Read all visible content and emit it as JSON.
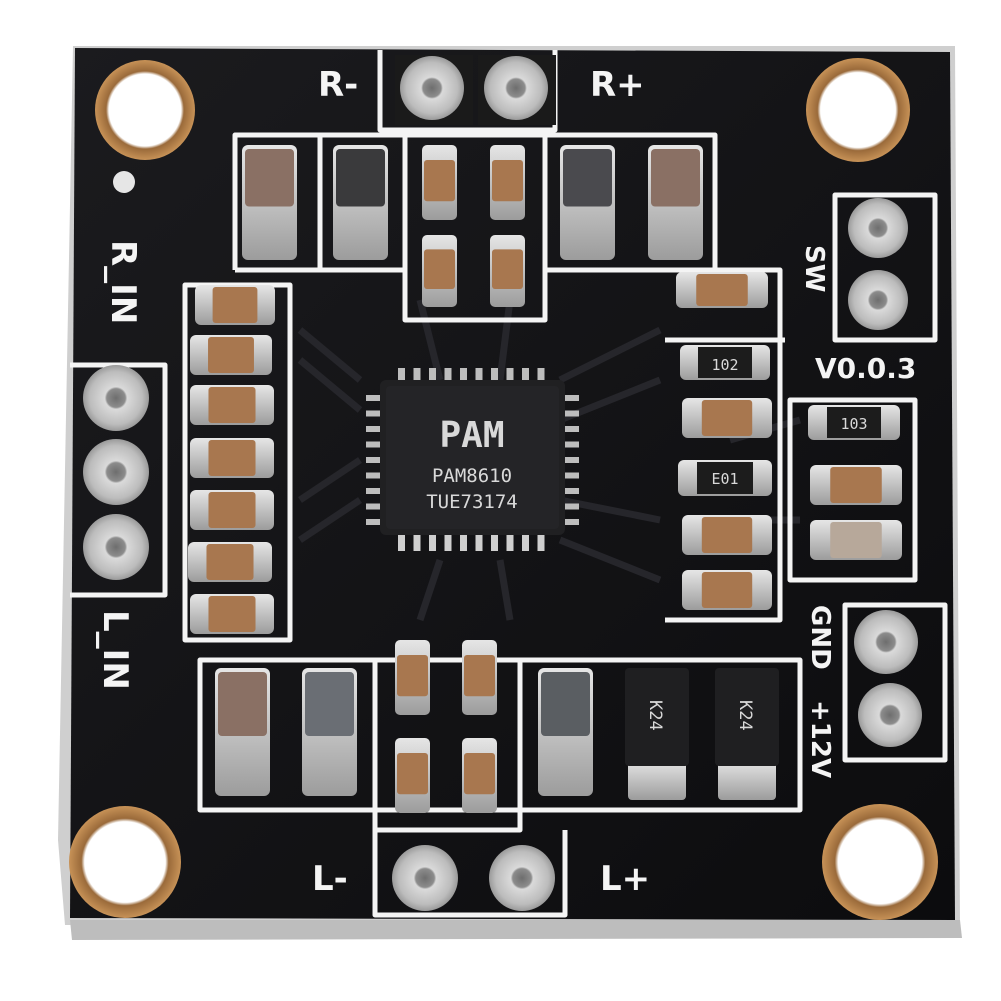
{
  "board": {
    "chip": {
      "logo": "PAM",
      "part": "PAM8610",
      "batch": "TUE73174"
    },
    "labels": {
      "r_minus": "R-",
      "r_plus": "R+",
      "l_minus": "L-",
      "l_plus": "L+",
      "r_in": "R_IN",
      "l_in": "L_IN",
      "sw": "SW",
      "version": "V0.0.3",
      "gnd": "GND",
      "v12": "+12V"
    },
    "resistors": {
      "r1": "102",
      "r2": "E01",
      "r3": "103"
    },
    "diodes": {
      "d1": "K24",
      "d2": "K24"
    }
  },
  "colors": {
    "pcb": "#111113",
    "silkscreen": "#f4f4f4",
    "pad": "#c9c9c9",
    "copper_ring": "#b07a45",
    "capacitor": "#a8774f"
  }
}
